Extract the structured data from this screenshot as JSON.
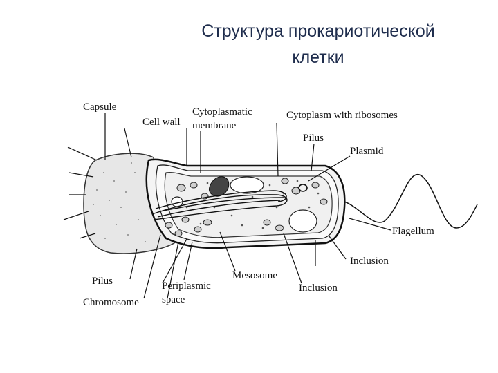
{
  "slide": {
    "title": "Структура прокариотической\nклетки"
  },
  "diagram": {
    "labels": {
      "capsule": "Capsule",
      "cell_wall": "Cell wall",
      "cytoplasmatic_1": "Cytoplasmatic",
      "cytoplasmatic_2": "membrane",
      "cytoplasm": "Cytoplasm with ribosomes",
      "pilus_top": "Pilus",
      "plasmid": "Plasmid",
      "flagellum": "Flagellum",
      "inclusion_right": "Inclusion",
      "inclusion_bottom": "Inclusion",
      "mesosome": "Mesosome",
      "periplasmic_1": "Periplasmic",
      "periplasmic_2": "space",
      "pilus_bottom": "Pilus",
      "chromosome": "Chromosome"
    }
  }
}
